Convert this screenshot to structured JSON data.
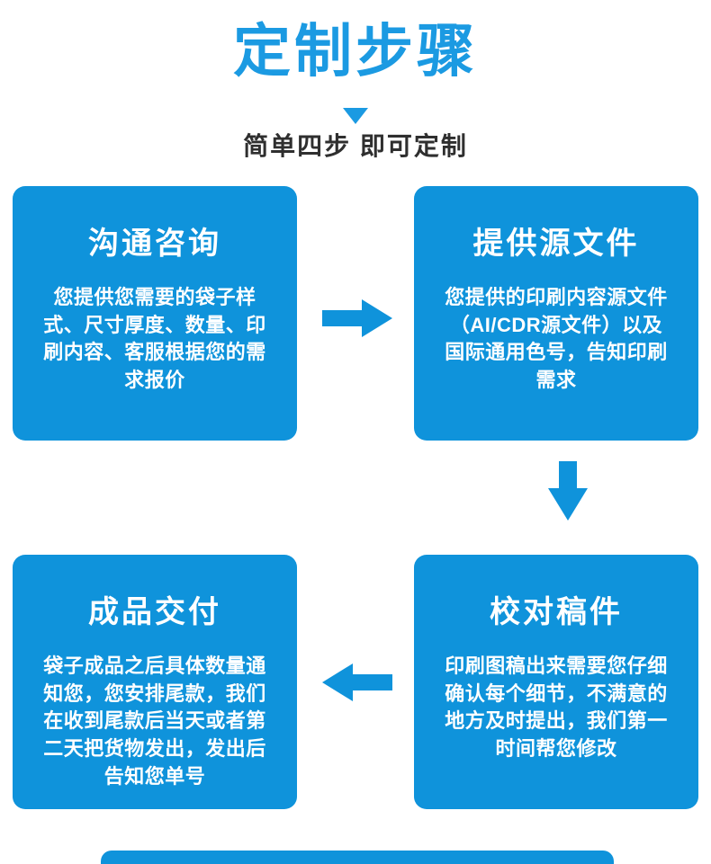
{
  "page": {
    "title": "定制步骤",
    "subtitle": "简单四步 即可定制"
  },
  "colors": {
    "title_blue": "#1b9ae2",
    "box_blue": "#0f93db",
    "subtitle_text": "#2f2f2f",
    "box_text": "#ffffff",
    "background": "#ffffff"
  },
  "steps": [
    {
      "order": 1,
      "position": "top-left",
      "title": "沟通咨询",
      "description": "您提供您需要的袋子样式、尺寸厚度、数量、印刷内容、客服根据您的需求报价"
    },
    {
      "order": 2,
      "position": "top-right",
      "title": "提供源文件",
      "description": "您提供的印刷内容源文件（AI/CDR源文件）以及国际通用色号，告知印刷需求"
    },
    {
      "order": 3,
      "position": "bottom-right",
      "title": "校对稿件",
      "description": "印刷图稿出来需要您仔细确认每个细节，不满意的地方及时提出，我们第一时间帮您修改"
    },
    {
      "order": 4,
      "position": "bottom-left",
      "title": "成品交付",
      "description": "袋子成品之后具体数量通知您，您安排尾款，我们在收到尾款后当天或者第二天把货物发出，发出后告知您单号"
    }
  ],
  "flow": {
    "arrows": [
      "right: step1 to step2",
      "down: step2 to step3",
      "left: step3 to step4"
    ]
  }
}
